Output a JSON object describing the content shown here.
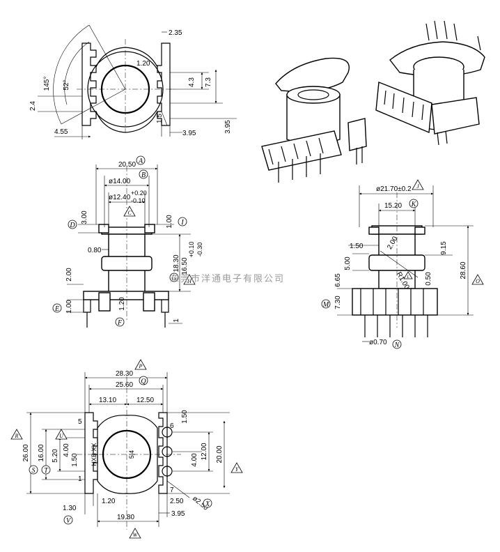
{
  "watermark": "东莞市洋通电子有限公司",
  "top_view": {
    "dims": {
      "d235": "2.35",
      "r120": "1.20",
      "d43": "4.3",
      "d73": "7.3",
      "a145": "145°",
      "a52": "52°",
      "d24": "2.4",
      "d15": "1.5",
      "d455": "4.55",
      "d395a": "3.95",
      "d395b": "3.95"
    }
  },
  "front_view": {
    "dims": {
      "w2050": "20.50",
      "d14": "ø14.00",
      "d1240": "ø12.40",
      "tolp": "+0.20",
      "tolm": "-0.10",
      "h300": "3.00",
      "h100": "1.00",
      "t080": "0.80",
      "v1830": "18.30",
      "v1650": "16.50",
      "tol2p": "+0.10",
      "tol2m": "-0.30",
      "h200": "2.00",
      "h100b": "1.00",
      "w120": "1.20",
      "w1": "1"
    },
    "labels": {
      "A": "A",
      "B": "B",
      "C": "C",
      "D": "D",
      "E": "E",
      "F": "F",
      "G": "G",
      "H": "H",
      "I": "I"
    }
  },
  "side_view": {
    "dims": {
      "d2170": "ø21.70±0.2",
      "w1520": "15.20",
      "h150": "1.50",
      "r200": "2.00",
      "d915": "9.15",
      "h500": "5.00",
      "h665": "6.65",
      "r100": "R1.00",
      "h050": "0.50",
      "h2860": "28.60",
      "h730": "7.30",
      "p070": "ø0.70"
    },
    "labels": {
      "J": "J",
      "K": "K",
      "L": "L",
      "M": "M",
      "N": "N",
      "O": "O"
    }
  },
  "bottom_view": {
    "dims": {
      "w2830": "28.30",
      "w2560": "25.60",
      "w1310": "13.10",
      "w1250": "12.50",
      "h150": "1.50",
      "h2600": "26.00",
      "h1600": "16.00",
      "h520": "5.20",
      "h400a": "4.00",
      "h150b": "1.50",
      "h400b": "4.00",
      "h1200": "12.00",
      "h2000": "20.00",
      "w130": "1.30",
      "w120": "1.20",
      "w250": "2.50",
      "p250": "ø2.50",
      "w1980": "19.80",
      "w395": "3.95"
    },
    "pins": {
      "p1": "1",
      "p5": "5",
      "p6": "6",
      "p7": "7"
    },
    "marking": "HXB  XX",
    "model": "5|4",
    "labels": {
      "P": "P",
      "Q": "Q",
      "R": "R",
      "S": "S",
      "T": "T",
      "U": "U",
      "V": "V",
      "W": "W",
      "X": "X",
      "Y": "Y"
    }
  }
}
